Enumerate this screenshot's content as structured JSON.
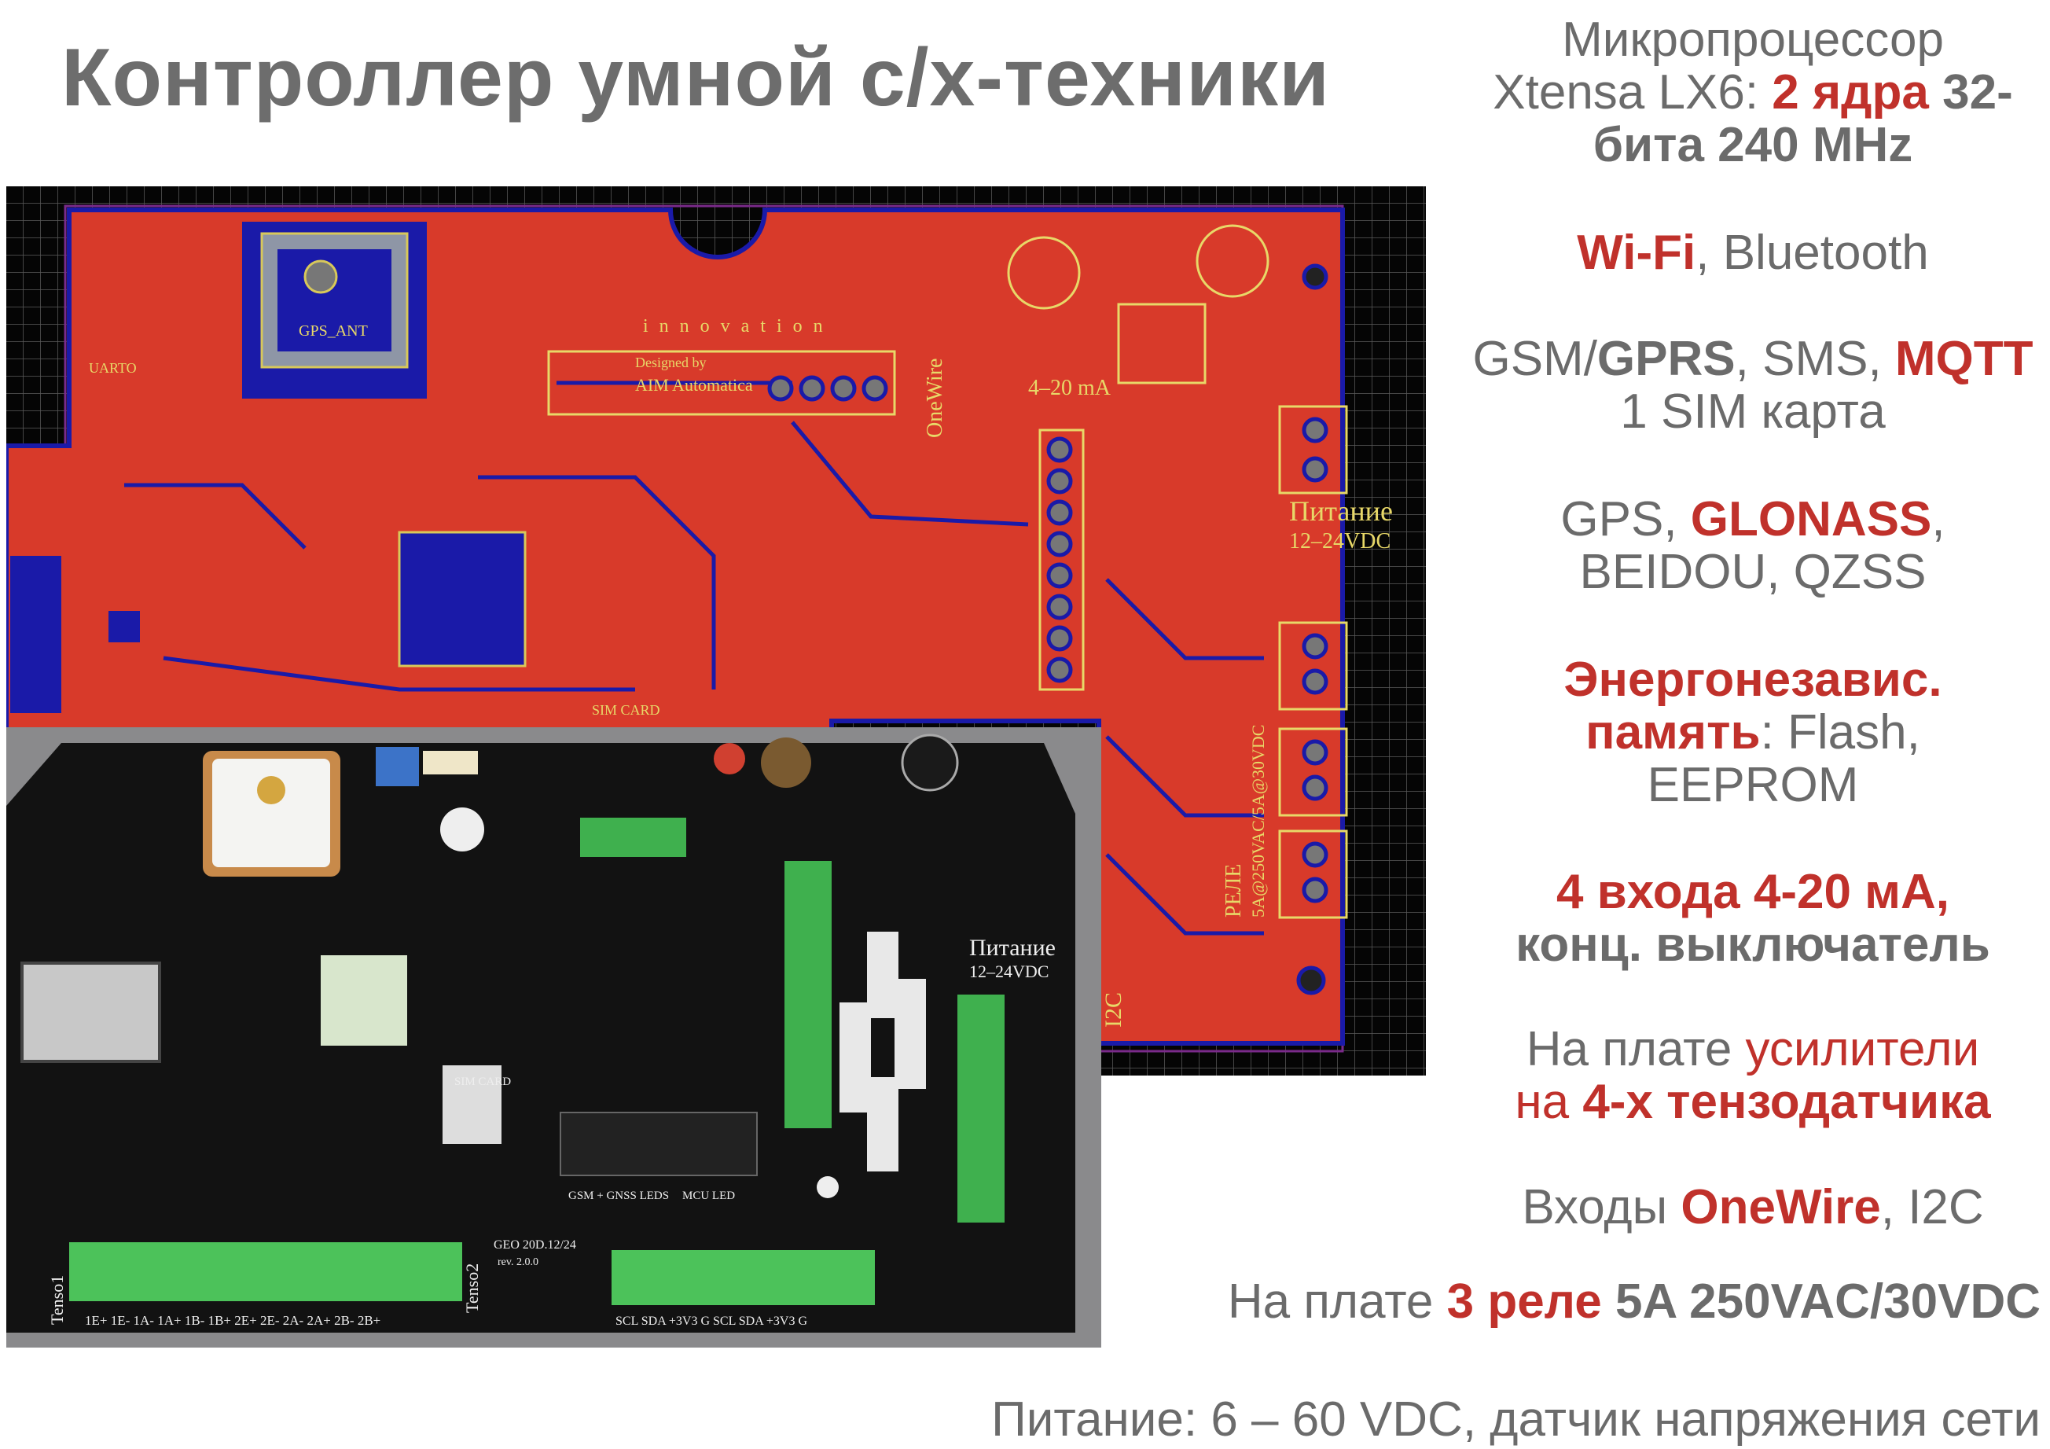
{
  "title": "Контроллер умной с/х-техники",
  "features": [
    {
      "lines": [
        [
          "Микропроцессор"
        ],
        [
          "Xtensa LX6: ",
          "2 ядра",
          " 32-"
        ],
        [
          "бита 240 MHz"
        ]
      ]
    },
    {
      "lines": [
        [
          "Wi-Fi",
          ", Bluetooth"
        ]
      ]
    },
    {
      "lines": [
        [
          "GSM/",
          "GPRS",
          ", SMS, ",
          "MQTT"
        ],
        [
          "1 SIM карта"
        ]
      ]
    },
    {
      "lines": [
        [
          "GPS, ",
          "GLONASS",
          ","
        ],
        [
          "BEIDOU, QZSS"
        ]
      ]
    },
    {
      "lines": [
        [
          "Энергонезавис."
        ],
        [
          "память",
          ": Flash,"
        ],
        [
          "EEPROM"
        ]
      ]
    },
    {
      "lines": [
        [
          "4 входа 4-20 мА,"
        ],
        [
          "конц. выключатель"
        ]
      ]
    },
    {
      "lines": [
        [
          "На плате ",
          "усилители"
        ],
        [
          "на ",
          "4-х тензодатчика"
        ]
      ]
    },
    {
      "lines": [
        [
          "Входы ",
          "OneWire",
          ", I2C"
        ]
      ]
    },
    {
      "lines": [
        [
          "На плате ",
          "3 реле",
          " 5A 250VAC/30VDC"
        ]
      ]
    },
    {
      "lines": [
        [
          "Питание: 6 – 60 VDC, датчик напряжения сети"
        ]
      ]
    }
  ],
  "pcb_labels": {
    "gps_ant": "GPS_ANT",
    "designed_by": "Designed by",
    "company": "AIM Automatica",
    "innovation": "i n n o v a t i o n",
    "power": "Питание",
    "power_range": "12–24VDC",
    "current_loop": "4–20 mA",
    "onewire": "OneWire",
    "uart": "UARTO",
    "relay": "РЕЛЕ",
    "relay_rating": "5A@250VAC/5A@30VDC",
    "i2c": "I2C",
    "sim_card": "SIM CARD"
  },
  "render_labels": {
    "gsm_leds": "GSM + GNSS LEDS",
    "mcu_led": "MCU LED",
    "board_name": "GEO 20D.12/24",
    "revision": "rev. 2.0.0",
    "tenso2": "Tenso2",
    "tenso1": "Tenso1",
    "bottom_pins": "1E+ 1E- 1A- 1A+ 1B- 1B+ 2E+ 2E- 2A- 2A+ 2B- 2B+",
    "i2c_pins": "SCL SDA +3V3 G SCL SDA +3V3 G",
    "power": "Питание",
    "power_range": "12–24VDC",
    "sim_card": "SIM CARD"
  },
  "colors": {
    "accent_red": "#c0312b",
    "text_grey": "#6b6b6b",
    "pcb_red": "#d83a2a",
    "pcb_blue": "#1a1aa8",
    "terminal_green": "#4cc25a"
  }
}
